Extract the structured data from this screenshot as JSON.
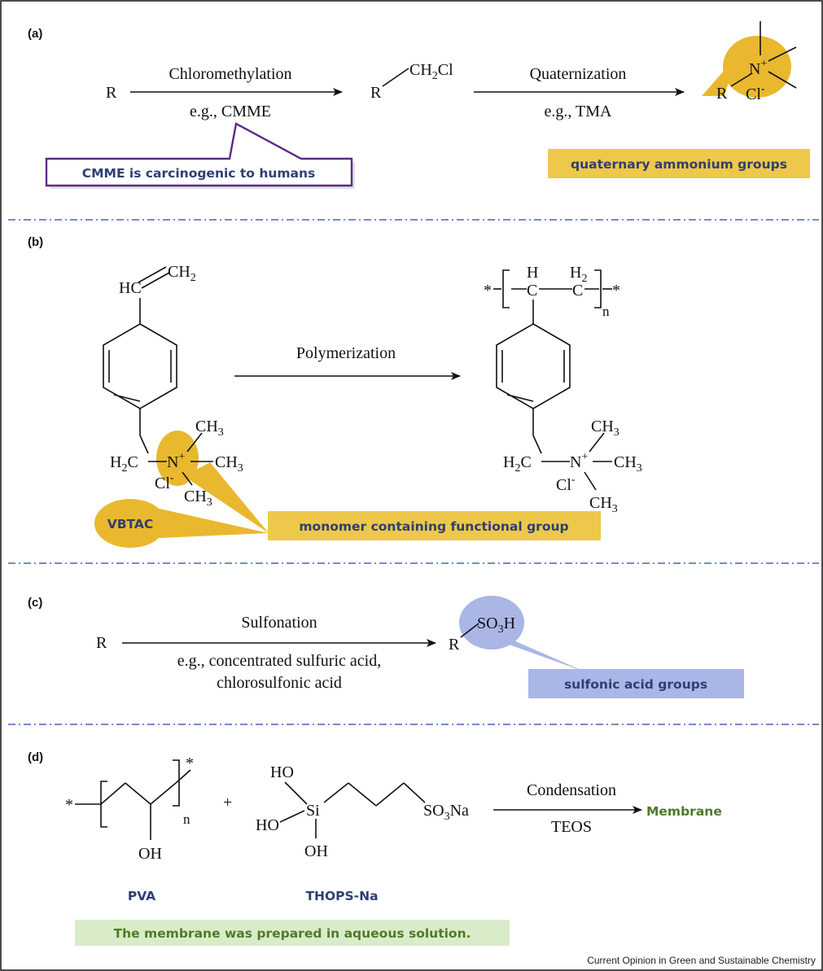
{
  "figure": {
    "credit": "Current Opinion in Green and Sustainable Chemistry",
    "colors": {
      "separator": "#4a63b4",
      "quaternary_highlight": "#e9b82f",
      "callout_text_blue": "#2e3f73",
      "sulfonic_highlight": "#a9b6e6",
      "membrane_green": "#4f7a2a",
      "note_bg_green": "#d9ecc9",
      "warning_border": "#5b2a8a"
    }
  },
  "panel_a": {
    "label": "(a)",
    "reactant": "R",
    "step1_name": "Chloromethylation",
    "step1_reagent": "e.g., CMME",
    "intermediate_r": "R",
    "intermediate_group_main": "CH",
    "intermediate_group_sub": "2",
    "intermediate_group_end": "Cl",
    "step2_name": "Quaternization",
    "step2_reagent": "e.g., TMA",
    "product_r": "R",
    "product_n": "N",
    "product_charge": "+",
    "product_cl": "Cl",
    "product_cl_charge": "-",
    "warning_note": "CMME is carcinogenic to humans",
    "quaternary_note": "quaternary ammonium groups"
  },
  "panel_b": {
    "label": "(b)",
    "monomer_hc": "HC",
    "monomer_ch2_main": "CH",
    "monomer_ch2_sub": "2",
    "monomer_h2c_main": "H",
    "monomer_h2c_sub": "2",
    "monomer_h2c_end": "C",
    "monomer_n": "N",
    "monomer_n_charge": "+",
    "ch3_main": "CH",
    "ch3_sub": "3",
    "monomer_cl": "Cl",
    "monomer_cl_charge": "-",
    "step_name": "Polymerization",
    "polymer_star": "*",
    "polymer_h": "H",
    "polymer_c": "C",
    "polymer_h2_main": "H",
    "polymer_h2_sub": "2",
    "polymer_n_sub": "n",
    "monomer_name": "VBTAC",
    "monomer_note": "monomer containing functional group"
  },
  "panel_c": {
    "label": "(c)",
    "reactant": "R",
    "step_name": "Sulfonation",
    "reagent_line1": "e.g., concentrated sulfuric acid,",
    "reagent_line2": "chlorosulfonic acid",
    "product_r": "R",
    "product_group_main": "SO",
    "product_group_sub": "3",
    "product_group_end": "H",
    "sulfonic_note": "sulfonic acid groups"
  },
  "panel_d": {
    "label": "(d)",
    "star": "*",
    "oh": "OH",
    "n_sub": "n",
    "plus": "+",
    "ho": "HO",
    "si": "Si",
    "so3na_main": "SO",
    "so3na_sub": "3",
    "so3na_end": "Na",
    "step_name": "Condensation",
    "reagent": "TEOS",
    "product": "Membrane",
    "pva_name": "PVA",
    "thops_name": "THOPS-Na",
    "aqueous_note": "The membrane was prepared in aqueous solution."
  }
}
